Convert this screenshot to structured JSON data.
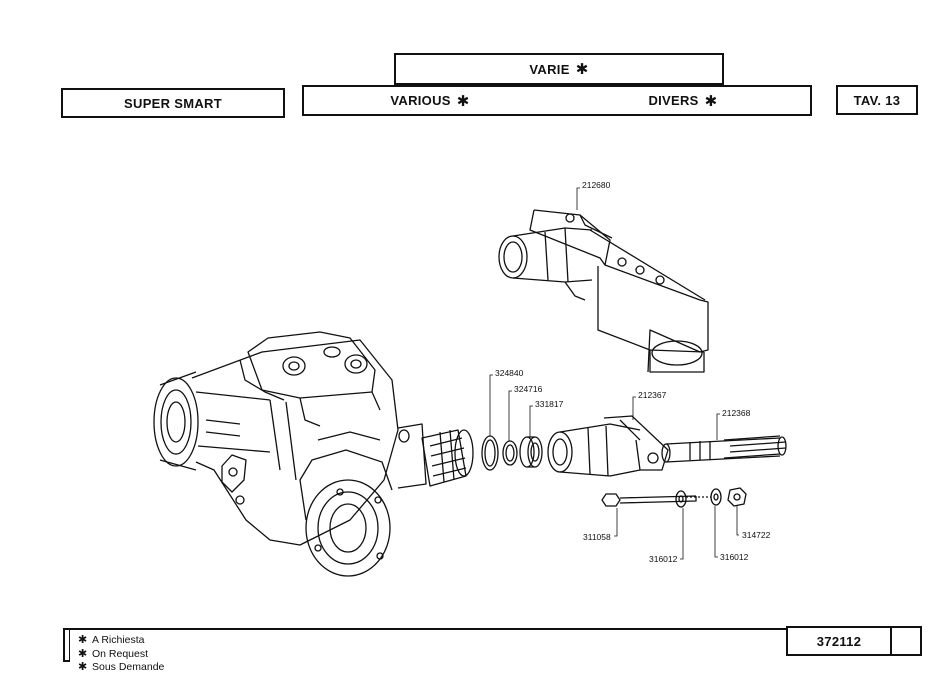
{
  "header": {
    "model": "SUPER SMART",
    "group_it": "VARIE",
    "group_en": "VARIOUS",
    "group_fr": "DIVERS",
    "plate": "TAV. 13",
    "star_symbol": "✱"
  },
  "parts": {
    "p212680": "212680",
    "p324840": "324840",
    "p324716": "324716",
    "p331817": "331817",
    "p212367": "212367",
    "p212368": "212368",
    "p311058": "311058",
    "p316012a": "316012",
    "p316012b": "316012",
    "p314722": "314722"
  },
  "footer": {
    "legend": [
      "A Richiesta",
      "On Request",
      "Sous Demande"
    ],
    "code": "372112"
  }
}
